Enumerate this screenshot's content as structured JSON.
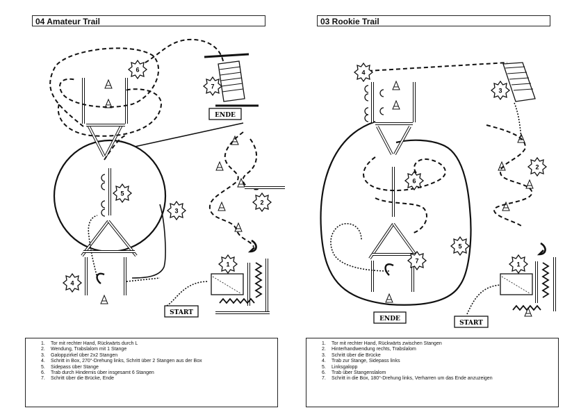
{
  "left": {
    "title": "04 Amateur Trail",
    "start_label": "START",
    "end_label": "ENDE",
    "station_numbers": [
      "1",
      "2",
      "3",
      "4",
      "5",
      "6",
      "7"
    ],
    "legend": [
      {
        "n": "1.",
        "text": "Tor mit rechter Hand, Rückwärts durch L"
      },
      {
        "n": "2.",
        "text": "Wendung, Trabslalom mit 1 Stange"
      },
      {
        "n": "3.",
        "text": "Galoppzirkel über 2x2 Stangen"
      },
      {
        "n": "4.",
        "text": "Schritt in Box, 270°-Drehung links, Schritt über 2 Stangen aus der Box"
      },
      {
        "n": "5.",
        "text": "Sidepass über Stange"
      },
      {
        "n": "6.",
        "text": "Trab durch Hindernis über insgesamt 6 Stangen"
      },
      {
        "n": "7.",
        "text": "Schritt über die Brücke, Ende"
      }
    ]
  },
  "right": {
    "title": "03 Rookie Trail",
    "start_label": "START",
    "end_label": "ENDE",
    "station_numbers": [
      "1",
      "2",
      "3",
      "4",
      "5",
      "6",
      "7"
    ],
    "legend": [
      {
        "n": "1.",
        "text": "Tor mit rechter Hand, Rückwärts zwischen Stangen"
      },
      {
        "n": "2.",
        "text": "Hinterhandwendung rechts, Trabslalom"
      },
      {
        "n": "3.",
        "text": "Schritt über die Brücke"
      },
      {
        "n": "4.",
        "text": "Trab zur Stange, Sidepass links"
      },
      {
        "n": "5.",
        "text": "Linksgalopp"
      },
      {
        "n": "6.",
        "text": "Trab über Stangenslalom"
      },
      {
        "n": "7.",
        "text": "Schritt in die Box, 180°-Drehung links, Verharren um das Ende anzuzeigen"
      }
    ]
  }
}
